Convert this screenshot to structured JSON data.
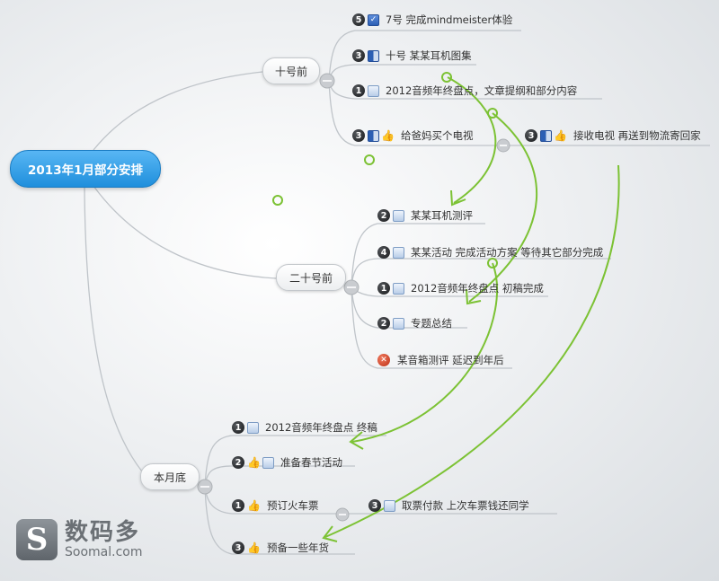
{
  "root": {
    "label": "2013年1月部分安排"
  },
  "branches": [
    {
      "label": "十号前",
      "topics": [
        {
          "priority": "5",
          "task": "checked",
          "text": "7号 完成mindmeister体验"
        },
        {
          "priority": "3",
          "task": "half",
          "text": "十号 某某耳机图集"
        },
        {
          "priority": "1",
          "task": "empty",
          "text": "2012音频年终盘点，文章提纲和部分内容"
        },
        {
          "priority": "3",
          "task": "half",
          "thumb": true,
          "text": "给爸妈买个电视",
          "child": {
            "priority": "3",
            "task": "half",
            "thumb": true,
            "text": "接收电视 再送到物流寄回家"
          }
        }
      ]
    },
    {
      "label": "二十号前",
      "topics": [
        {
          "priority": "2",
          "task": "empty",
          "text": "某某耳机测评"
        },
        {
          "priority": "4",
          "task": "empty",
          "text": "某某活动 完成活动方案 等待其它部分完成"
        },
        {
          "priority": "1",
          "task": "empty",
          "text": "2012音频年终盘点 初稿完成"
        },
        {
          "priority": "2",
          "task": "empty",
          "text": "专题总结"
        },
        {
          "status": "cancel",
          "text": "某音箱测评 延迟到年后"
        }
      ]
    },
    {
      "label": "本月底",
      "topics": [
        {
          "priority": "1",
          "task": "empty",
          "text": "2012音频年终盘点 终稿"
        },
        {
          "priority": "2",
          "task": "empty",
          "thumb": true,
          "text": "准备春节活动"
        },
        {
          "priority": "1",
          "thumb": true,
          "text": "预订火车票",
          "child": {
            "priority": "3",
            "task": "empty",
            "text": "取票付款 上次车票钱还同学"
          }
        },
        {
          "priority": "3",
          "thumb": true,
          "text": "预备一些年货"
        }
      ]
    }
  ],
  "watermark": {
    "mark": "S",
    "cn": "数码多",
    "en": "Soomal.com"
  },
  "colors": {
    "root": "#2196e0",
    "link": "#7cc234",
    "connector": "#bfc4c9"
  }
}
